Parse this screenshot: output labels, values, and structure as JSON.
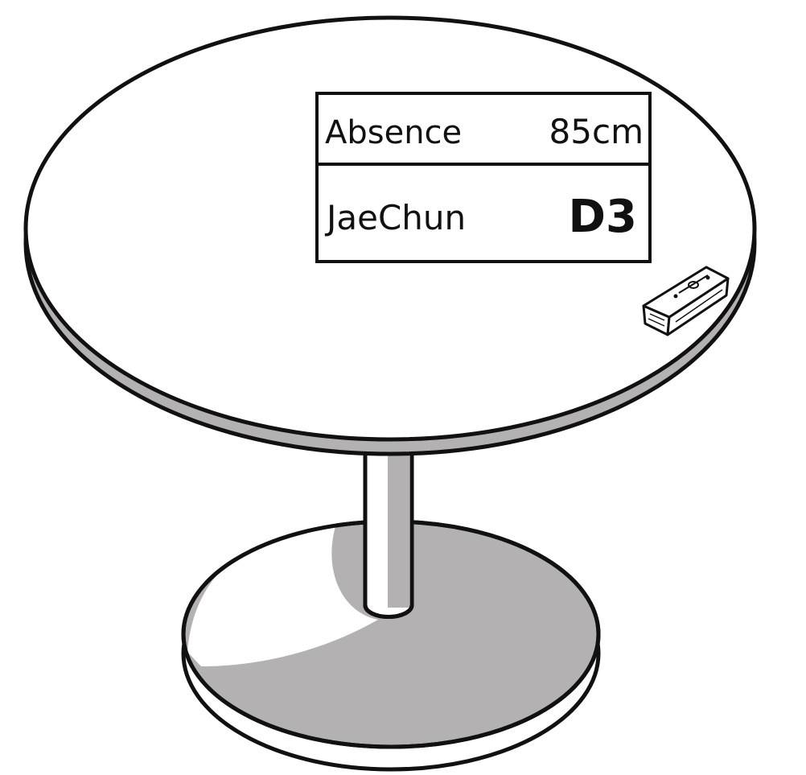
{
  "sign": {
    "row1": {
      "left": "Absence",
      "right": "85cm"
    },
    "row2": {
      "left": "JaeChun",
      "right": "D3"
    }
  },
  "colors": {
    "outline": "#111111",
    "surface": "#ffffff",
    "shadow": "#b3b1b2"
  },
  "icons": [
    "table-icon",
    "cash-stack-icon"
  ]
}
